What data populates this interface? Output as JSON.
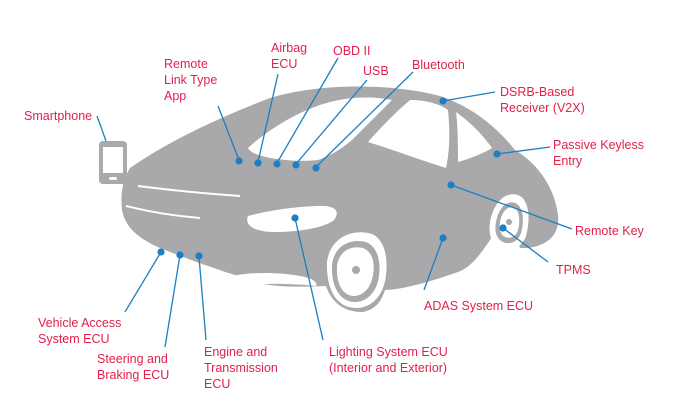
{
  "labels": {
    "smartphone": "Smartphone",
    "remote_link": "Remote\nLink Type\nApp",
    "airbag": "Airbag\nECU",
    "obd": "OBD II",
    "usb": "USB",
    "bluetooth": "Bluetooth",
    "dsrb": "DSRB-Based\nReceiver (V2X)",
    "keyless": "Passive Keyless\nEntry",
    "remote_key": "Remote Key",
    "tpms": "TPMS",
    "adas": "ADAS System ECU",
    "lighting": "Lighting System ECU\n(Interior and Exterior)",
    "engine": "Engine and\nTransmission\nECU",
    "steering": "Steering and\nBraking ECU",
    "vehicle_access": "Vehicle Access\nSystem ECU"
  },
  "colors": {
    "label": "#e0214b",
    "line": "#1a7fc4",
    "car_body": "#a9a9ab",
    "car_detail": "#ffffff"
  }
}
